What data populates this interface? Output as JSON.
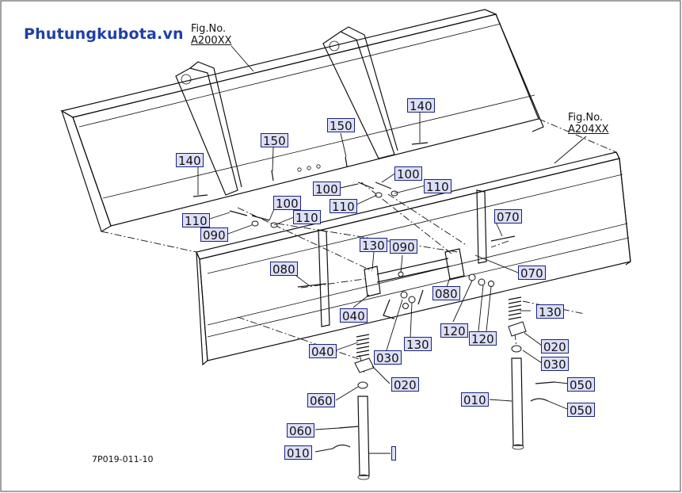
{
  "brand": "Phutungkubota.vn",
  "figure_code": "7P019-011-10",
  "fig_refs": [
    {
      "id": "a200",
      "line1": "Fig.No.",
      "line2": "A200XX"
    },
    {
      "id": "a204",
      "line1": "Fig.No.",
      "line2": "A204XX"
    }
  ],
  "callouts": [
    "140",
    "150",
    "150",
    "140",
    "100",
    "110",
    "100",
    "110",
    "100",
    "110",
    "110",
    "090",
    "070",
    "130",
    "090",
    "080",
    "070",
    "080",
    "040",
    "130",
    "120",
    "120",
    "130",
    "040",
    "030",
    "020",
    "030",
    "020",
    "050",
    "010",
    "060",
    "050",
    "060",
    "010"
  ],
  "colors": {
    "brand": "#1f3fa8",
    "callout_fill": "#dcdff6",
    "callout_border": "#1a237e",
    "line": "#111111"
  }
}
